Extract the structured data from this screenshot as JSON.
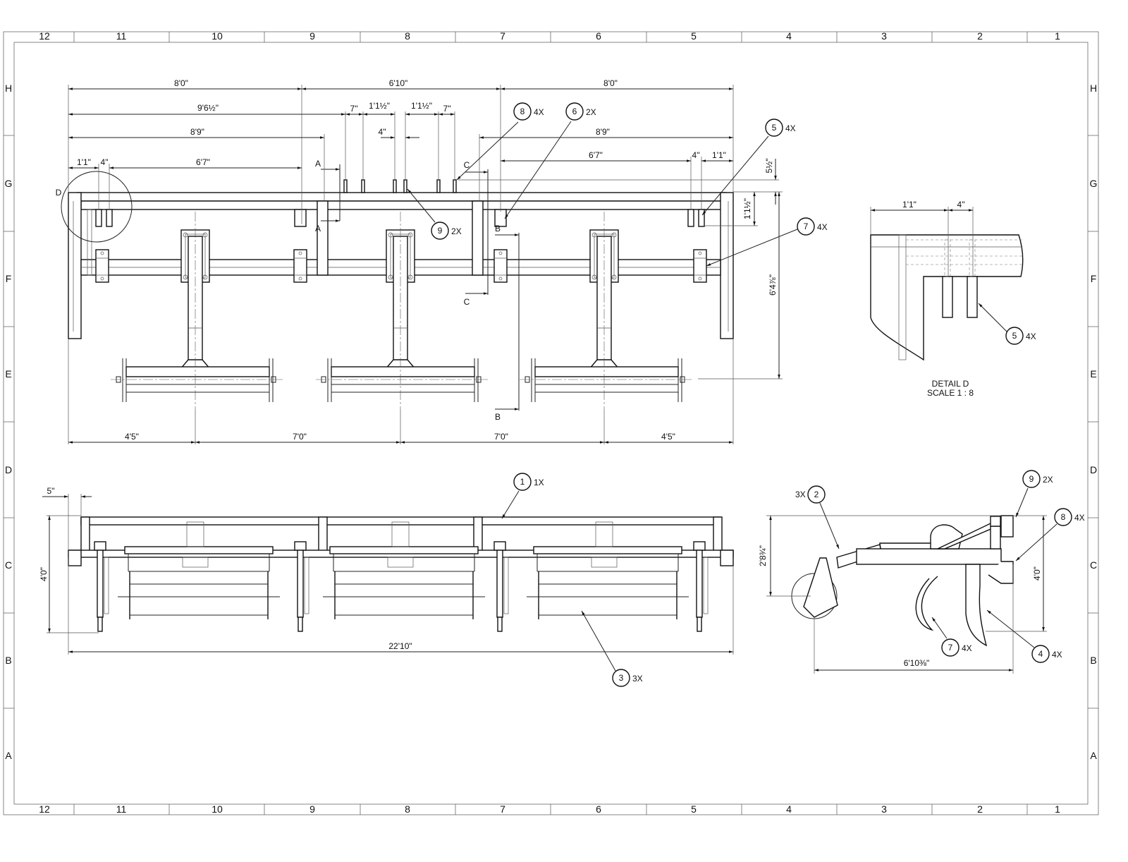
{
  "border": {
    "columns": [
      "12",
      "11",
      "10",
      "9",
      "8",
      "7",
      "6",
      "5",
      "4",
      "3",
      "2",
      "1"
    ],
    "rows": [
      "H",
      "G",
      "F",
      "E",
      "D",
      "C",
      "B",
      "A"
    ]
  },
  "front_view": {
    "dims": {
      "overall_left": "8'0\"",
      "center": "6'10\"",
      "overall_right": "8'0\"",
      "pin_offset": "9'6½\"",
      "pin_7_left": "7\"",
      "pin_11_left": "1'1½\"",
      "pin_11_right": "1'1½\"",
      "pin_7_right": "7\"",
      "splice_left": "8'9\"",
      "pin_gap": "4\"",
      "splice_right": "8'9\"",
      "clamp_left_a": "1'1\"",
      "clamp_left_b": "4\"",
      "clamp_left_c": "6'7\"",
      "clamp_right_c": "6'7\"",
      "clamp_right_b": "4\"",
      "clamp_right_a": "1'1\"",
      "height": "6'4⅞\"",
      "pin_height": "5½\"",
      "bar_depth": "1'1½\"",
      "shank_1": "4'5\"",
      "shank_2": "7'0\"",
      "shank_3": "7'0\"",
      "shank_4": "4'5\""
    },
    "sections": {
      "a": "A",
      "b": "B",
      "c": "C",
      "detail": "D"
    }
  },
  "rear_view": {
    "dims": {
      "offset": "5\"",
      "height": "4'0\"",
      "width": "22'10\""
    }
  },
  "side_view": {
    "dims": {
      "wheel_height": "2'8¾\"",
      "height": "4'0\"",
      "length": "6'10⅜\""
    }
  },
  "detail_d": {
    "title": "DETAIL D",
    "scale": "SCALE 1 : 8",
    "dims": {
      "a": "1'1\"",
      "b": "4\""
    }
  },
  "balloons": [
    {
      "num": "8",
      "qty": "4X"
    },
    {
      "num": "6",
      "qty": "2X"
    },
    {
      "num": "5",
      "qty": "4X"
    },
    {
      "num": "9",
      "qty": "2X"
    },
    {
      "num": "7",
      "qty": "4X"
    },
    {
      "num": "1",
      "qty": "1X"
    },
    {
      "num": "3",
      "qty": "3X"
    },
    {
      "num": "2",
      "qty": "3X"
    },
    {
      "num": "9",
      "qty": "2X"
    },
    {
      "num": "8",
      "qty": "4X"
    },
    {
      "num": "7",
      "qty": "4X"
    },
    {
      "num": "4",
      "qty": "4X"
    },
    {
      "num": "5",
      "qty": "4X"
    }
  ]
}
